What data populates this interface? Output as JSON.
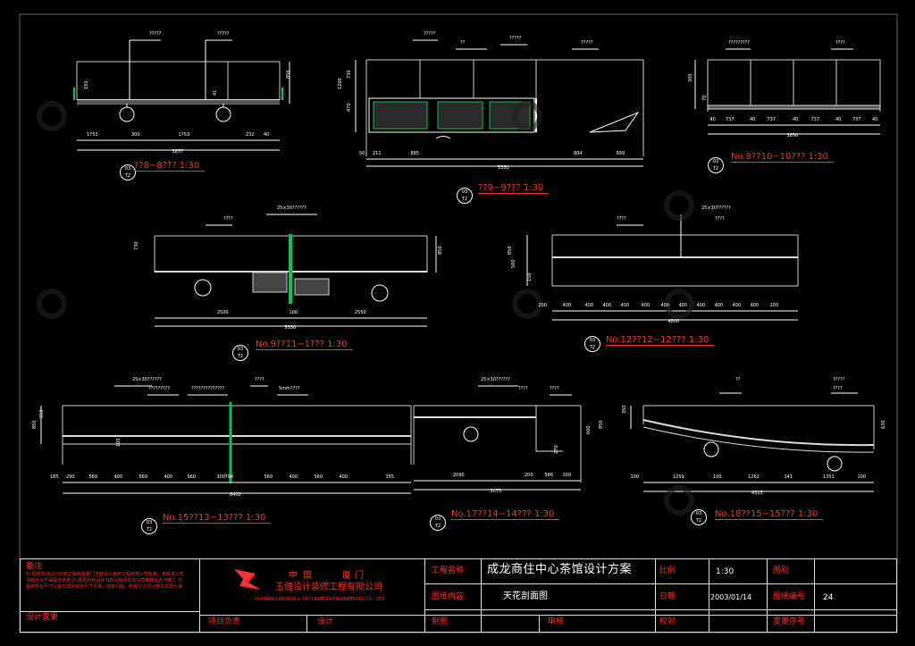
{
  "views": [
    {
      "id": "v1",
      "label": "??8−8??? 1:30",
      "sheet_top": "03",
      "sheet_bottom": "T2",
      "callouts": [
        "?????",
        "?????"
      ],
      "dims": [
        "3857",
        "1753",
        "300",
        "1753",
        "232",
        "40"
      ],
      "vdims": [
        "850",
        "150",
        "41"
      ]
    },
    {
      "id": "v2",
      "label": "??9−9??? 1:30",
      "sheet_top": "03",
      "sheet_bottom": "T2",
      "callouts": [
        "?????",
        "??",
        "?????",
        "?????"
      ],
      "dims": [
        "5350",
        "50",
        "211",
        "885",
        "804",
        "999"
      ],
      "vdims": [
        "1200",
        "730",
        "470"
      ]
    },
    {
      "id": "v3",
      "label": "No.8??10−10??? 1:30",
      "sheet_top": "03",
      "sheet_bottom": "T2",
      "callouts": [
        "?????????",
        "????"
      ],
      "dims": [
        "3850",
        "40",
        "737",
        "40",
        "737",
        "40",
        "737",
        "40",
        "737",
        "40"
      ],
      "vdims": [
        "300",
        "70"
      ]
    },
    {
      "id": "v4",
      "label": "No.9??11−1??? 1:30",
      "sheet_top": "03",
      "sheet_bottom": "T2",
      "callouts": [
        "25×30??????",
        "????"
      ],
      "dims": [
        "5350",
        "2500",
        "100",
        "2550"
      ],
      "vdims": [
        "730",
        "850"
      ]
    },
    {
      "id": "v5",
      "label": "No.12??12−12??? 1:30",
      "sheet_top": "03",
      "sheet_bottom": "T2",
      "callouts": [
        "25×30??????",
        "????",
        "????"
      ],
      "dims": [
        "4800",
        "200",
        "400",
        "400",
        "400",
        "400",
        "400",
        "400",
        "400",
        "400",
        "400",
        "400",
        "400",
        "200"
      ],
      "vdims": [
        "850",
        "500",
        "150"
      ]
    },
    {
      "id": "v6",
      "label": "No.15??13−13??? 1:30",
      "sheet_top": "03",
      "sheet_bottom": "T2",
      "callouts": [
        "25×30??????",
        "?????????",
        "??????????????",
        "????",
        "5mm????"
      ],
      "dims": [
        "6400",
        "185",
        "290",
        "560",
        "400",
        "560",
        "400",
        "560",
        "300",
        "794",
        "560",
        "400",
        "560",
        "400",
        "355"
      ],
      "vdims": [
        "850",
        "550",
        "100"
      ]
    },
    {
      "id": "v7",
      "label": "No.17??14−14??? 1:30",
      "sheet_top": "03",
      "sheet_bottom": "T2",
      "callouts": [
        "25×30??????",
        "????",
        "????"
      ],
      "dims": [
        "3075",
        "2090",
        "200",
        "586",
        "200"
      ],
      "vdims": [
        "850",
        "600",
        "270"
      ]
    },
    {
      "id": "v8",
      "label": "No.18??15−15??? 1:30",
      "sheet_top": "03",
      "sheet_bottom": "T2",
      "callouts": [
        "??",
        "?????",
        "????"
      ],
      "dims": [
        "4313",
        "100",
        "1259",
        "100",
        "1262",
        "141",
        "1351",
        "100"
      ],
      "vdims": [
        "350",
        "630"
      ]
    }
  ],
  "title_block": {
    "notes_title": "备注",
    "notes_text": "1) 图纸所涉设计内容之版权属厦门玉健设计装修工程有限公司所有，未经本公司书面允许不得擅自使用  2) 图纸所标设计内容以后须经本公司审核后方可施工  3) 图纸所标尺寸以施工现场实际尺寸为准，如有问题，所有尺寸须以施工现场为准",
    "design_change": "设计变更",
    "company_country": "中国",
    "company_city": "厦门",
    "company_name": "玉健设计装修工程有限公司",
    "company_en": "YUHUANG DESIGN & DECORATION ENGINEERING CO., LTD.",
    "project_label": "工程名称",
    "project_value": "成龙商住中心茶馆设计方案",
    "content_label": "图纸内容",
    "content_value": "天花剖面图",
    "scale_label": "比例",
    "scale_value": "1:30",
    "category_label": "图别",
    "category_value": "",
    "date_label": "日期",
    "date_value": "2003/01/14",
    "number_label": "图纸编号",
    "number_value": "24",
    "pm_label": "项目负责",
    "design_label": "设计",
    "drawing_label": "制图",
    "review_label": "审核",
    "check_label": "校对",
    "revision_label": "变更序号"
  },
  "colors": {
    "line": "#d8d8d8",
    "panel": "#555555",
    "accent": "#ff3030",
    "fixture": "#00c853",
    "dim": "#ffffff"
  }
}
